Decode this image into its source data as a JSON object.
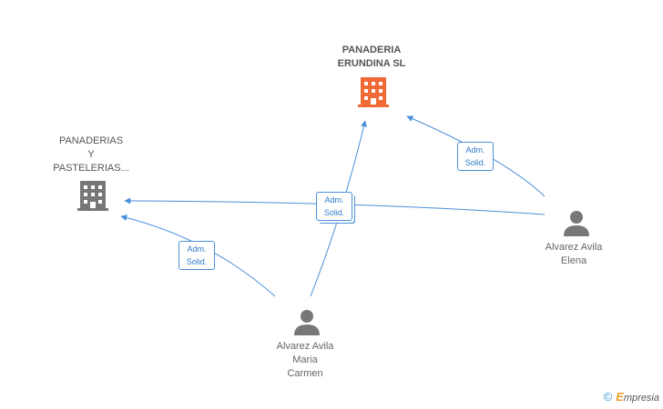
{
  "nodes": {
    "main_company": {
      "name_line1": "PANADERIA",
      "name_line2": "ERUNDINA SL",
      "color": "#f06a35"
    },
    "other_company": {
      "name_line1": "PANADERIAS",
      "name_line2": "Y",
      "name_line3": "PASTELERIAS...",
      "color": "#777777"
    },
    "person_elena": {
      "name_line1": "Alvarez Avila",
      "name_line2": "Elena",
      "color": "#777777"
    },
    "person_maria": {
      "name_line1": "Alvarez Avila",
      "name_line2": "Maria",
      "name_line3": "Carmen",
      "color": "#777777"
    }
  },
  "edges": [
    {
      "from": "person_elena",
      "to": "main_company",
      "role_line1": "Adm.",
      "role_line2": "Solid."
    },
    {
      "from": "person_elena",
      "to": "other_company",
      "role_line1": "Adm.",
      "role_line2": "Solid."
    },
    {
      "from": "person_maria",
      "to": "main_company",
      "role_line1": "Adm.",
      "role_line2": "Solid."
    },
    {
      "from": "person_maria",
      "to": "other_company",
      "role_line1": "Adm.",
      "role_line2": "Solid."
    }
  ],
  "edge_color": "#4a90d9",
  "brand": {
    "copyright": "©",
    "initial": "E",
    "rest": "mpresia"
  }
}
